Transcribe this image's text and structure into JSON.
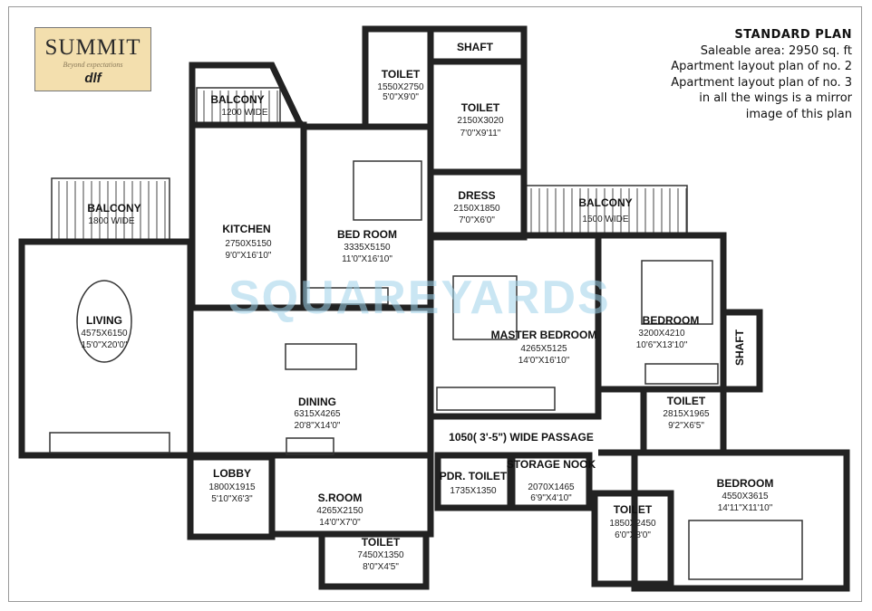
{
  "logo": {
    "title": "SUMMIT",
    "tagline": "Beyond expectations",
    "brand": "dlf"
  },
  "info": {
    "heading": "STANDARD PLAN",
    "lines": [
      "Saleable area: 2950 sq. ft",
      "Apartment layout plan of no. 2",
      "Apartment layout plan of no. 3",
      "in all the wings is a mirror",
      "image of this plan"
    ]
  },
  "watermark": "SQUAREYARDS",
  "rooms": [
    {
      "name": "BALCONY",
      "mm": "1200 WIDE",
      "ft": ""
    },
    {
      "name": "KITCHEN",
      "mm": "2750X5150",
      "ft": "9'0\"X16'10\""
    },
    {
      "name": "BED ROOM",
      "mm": "3335X5150",
      "ft": "11'0\"X16'10\""
    },
    {
      "name": "TOILET",
      "mm": "1550X2750",
      "ft": "5'0\"X9'0\""
    },
    {
      "name": "SHAFT",
      "mm": "",
      "ft": ""
    },
    {
      "name": "TOILET",
      "mm": "2150X3020",
      "ft": "7'0\"X9'11\""
    },
    {
      "name": "DRESS",
      "mm": "2150X1850",
      "ft": "7'0\"X6'0\""
    },
    {
      "name": "BALCONY",
      "mm": "1500 WIDE",
      "ft": ""
    },
    {
      "name": "BALCONY",
      "mm": "1800 WIDE",
      "ft": ""
    },
    {
      "name": "LIVING",
      "mm": "4575X6150",
      "ft": "15'0\"X20'0\""
    },
    {
      "name": "MASTER BEDROOM",
      "mm": "4265X5125",
      "ft": "14'0\"X16'10\""
    },
    {
      "name": "BEDROOM",
      "mm": "3200X4210",
      "ft": "10'6\"X13'10\""
    },
    {
      "name": "SHAFT",
      "mm": "",
      "ft": ""
    },
    {
      "name": "DINING",
      "mm": "6315X4265",
      "ft": "20'8\"X14'0\""
    },
    {
      "name": "TOILET",
      "mm": "2815X1965",
      "ft": "9'2\"X6'5\""
    },
    {
      "name": "1050( 3'-5\") WIDE PASSAGE",
      "mm": "",
      "ft": ""
    },
    {
      "name": "LOBBY",
      "mm": "1800X1915",
      "ft": "5'10\"X6'3\""
    },
    {
      "name": "S.ROOM",
      "mm": "4265X2150",
      "ft": "14'0\"X7'0\""
    },
    {
      "name": "PDR. TOILET",
      "mm": "1735X1350",
      "ft": ""
    },
    {
      "name": "STORAGE NOOK",
      "mm": "2070X1465",
      "ft": "6'9\"X4'10\""
    },
    {
      "name": "BEDROOM",
      "mm": "4550X3615",
      "ft": "14'11\"X11'10\""
    },
    {
      "name": "TOILET",
      "mm": "1850X2450",
      "ft": "6'0\"X8'0\""
    },
    {
      "name": "TOILET",
      "mm": "7450X1350",
      "ft": "8'0\"X4'5\""
    }
  ]
}
